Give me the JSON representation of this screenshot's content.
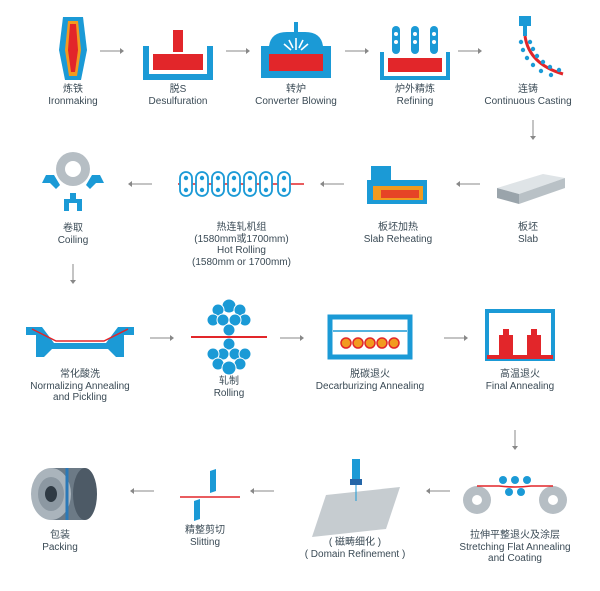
{
  "colors": {
    "blue": "#1b9ad6",
    "red": "#e2262a",
    "orange": "#f29a1f",
    "gray": "#9aa4ab",
    "text": "#3a4a55"
  },
  "steps": [
    {
      "id": "ironmaking",
      "zh": "炼铁",
      "en": "Ironmaking",
      "icon": "blast-furnace-icon"
    },
    {
      "id": "desulfuration",
      "zh": "脱S",
      "en": "Desulfuration",
      "icon": "ladle-icon"
    },
    {
      "id": "converter",
      "zh": "转炉",
      "en": "Converter Blowing",
      "icon": "converter-icon"
    },
    {
      "id": "refining",
      "zh": "炉外精炼",
      "en": "Refining",
      "icon": "refining-icon"
    },
    {
      "id": "continuous-casting",
      "zh": "连铸",
      "en": "Continuous Casting",
      "icon": "caster-icon"
    },
    {
      "id": "slab",
      "zh": "板坯",
      "en": "Slab",
      "icon": "slab-icon"
    },
    {
      "id": "slab-reheating",
      "zh": "板坯加热",
      "en": "Slab Reheating",
      "icon": "furnace-icon"
    },
    {
      "id": "hot-rolling",
      "zh": "热连轧机组",
      "en_lines": [
        "(1580mm或1700mm)",
        "Hot Rolling",
        "(1580mm or 1700mm)"
      ],
      "icon": "rolling-mill-icon"
    },
    {
      "id": "coiling",
      "zh": "卷取",
      "en": "Coiling",
      "icon": "coiler-icon"
    },
    {
      "id": "normalizing",
      "zh": "常化酸洗",
      "en_lines": [
        "Normalizing Annealing",
        "and Pickling"
      ],
      "icon": "pickling-tank-icon"
    },
    {
      "id": "rolling",
      "zh": "轧制",
      "en": "Rolling",
      "icon": "cluster-mill-icon"
    },
    {
      "id": "decarburizing",
      "zh": "脱碳退火",
      "en": "Decarburizing Annealing",
      "icon": "annealing-furnace-icon"
    },
    {
      "id": "final-annealing",
      "zh": "高温退火",
      "en": "Final Annealing",
      "icon": "bell-furnace-icon"
    },
    {
      "id": "stretching",
      "zh": "拉伸平整退火及涂层",
      "en_lines": [
        "Stretching Flat Annealing",
        "and Coating"
      ],
      "icon": "coating-line-icon"
    },
    {
      "id": "domain-refinement",
      "zh": "( 磁畴细化 )",
      "en": "( Domain Refinement )",
      "icon": "laser-icon"
    },
    {
      "id": "slitting",
      "zh": "精整剪切",
      "en": "Slitting",
      "icon": "shear-icon"
    },
    {
      "id": "packing",
      "zh": "包装",
      "en": "Packing",
      "icon": "steel-coil-icon"
    }
  ]
}
